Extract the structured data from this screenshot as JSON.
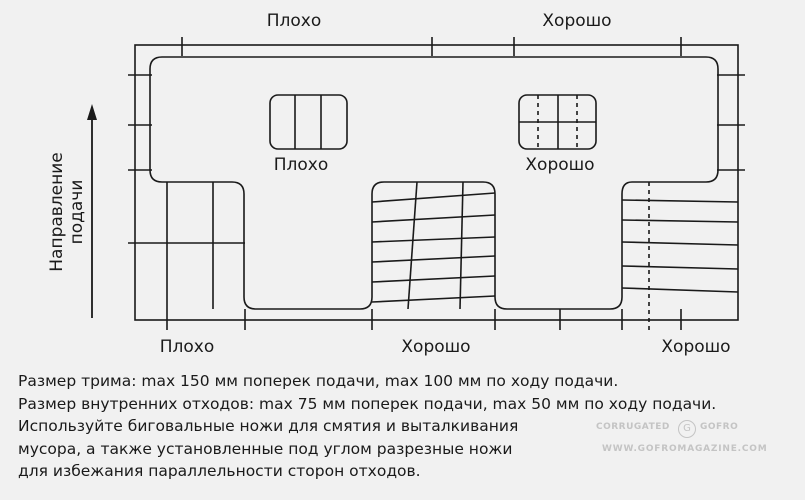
{
  "diagram": {
    "labels": {
      "top_bad": "Плохо",
      "top_good": "Хорошо",
      "inner_bad": "Плохо",
      "inner_good": "Хорошо",
      "bottom_bad": "Плохо",
      "bottom_good_center": "Хорошо",
      "bottom_good_right": "Хорошо",
      "feed_direction_line1": "Направление",
      "feed_direction_line2": "подачи"
    }
  },
  "caption": {
    "line1": "Размер трима: max 150 мм поперек подачи, max 100 мм по ходу подачи.",
    "line2": "Размер внутренних отходов: max 75 мм поперек подачи, max 50 мм по ходу подачи.",
    "line3": "Используйте биговальные ножи для смятия и выталкивания",
    "line4": "мусора, а также установленные под углом разрезные ножи",
    "line5": "для избежания параллельности сторон отходов."
  },
  "watermark": {
    "line1": "CORRUGATED",
    "logo": "G",
    "line1b": "GOFRO",
    "line2": "WWW.GOFROMAGAZINE.COM"
  },
  "colors": {
    "background": "#f1f1f1",
    "ink": "#1a1a1a",
    "watermark": "#c4c4c4"
  }
}
